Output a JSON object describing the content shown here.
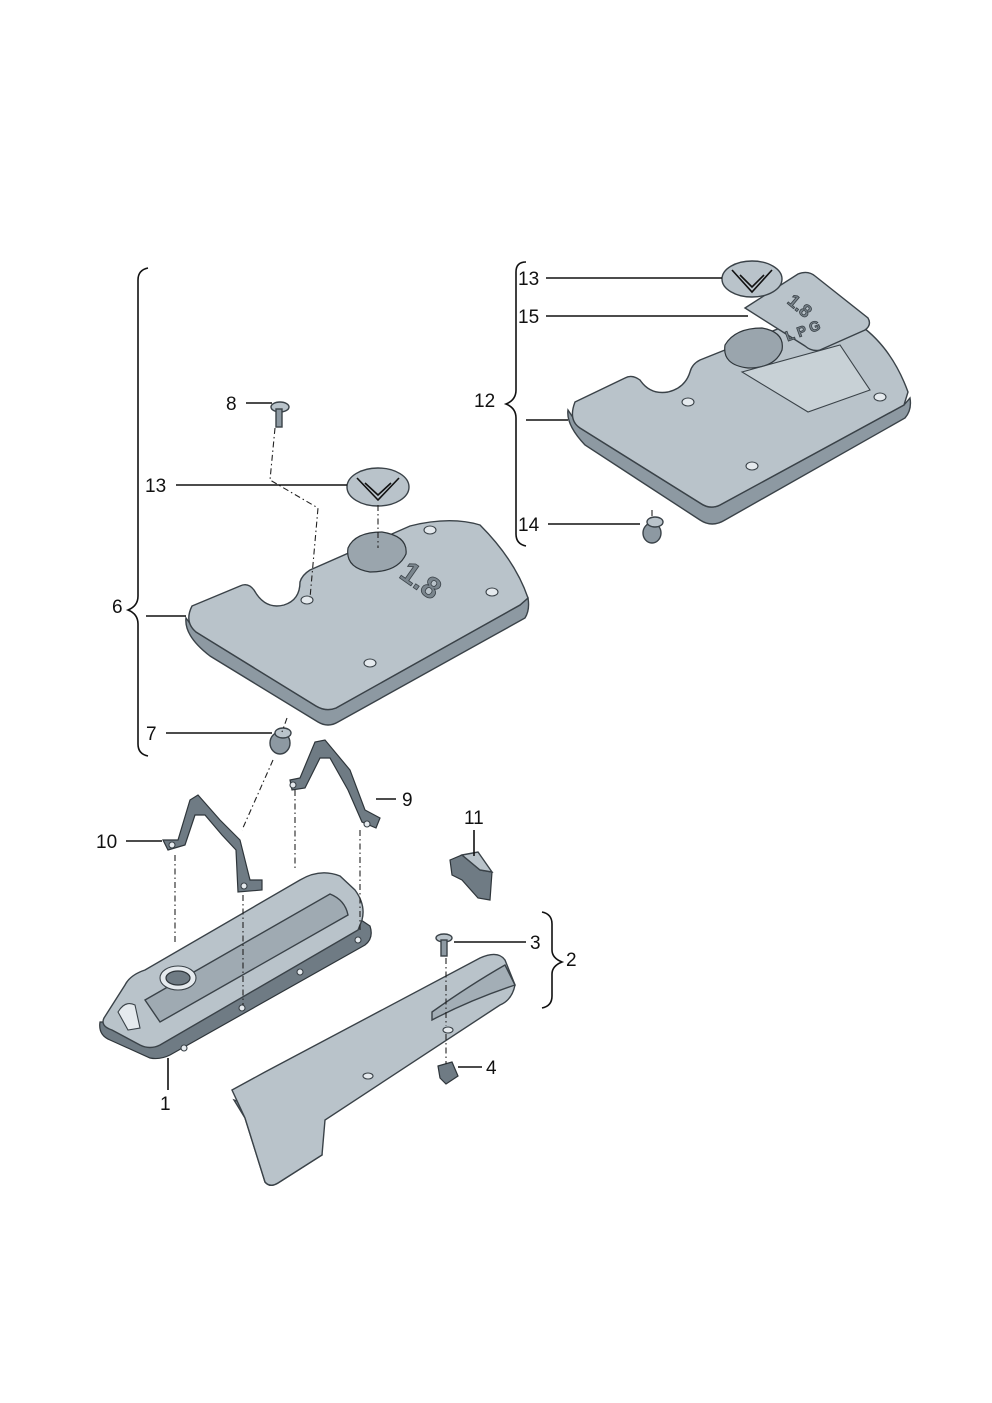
{
  "callouts": {
    "c1": "1",
    "c2": "2",
    "c3": "3",
    "c4": "4",
    "c6": "6",
    "c7": "7",
    "c8": "8",
    "c9": "9",
    "c10": "10",
    "c11": "11",
    "c12": "12",
    "c13a": "13",
    "c13b": "13",
    "c14": "14",
    "c15": "15"
  },
  "embossing": {
    "cover_main": "1.8",
    "badge_top": "1.8",
    "badge_bottom": "L P G"
  },
  "colors": {
    "part_fill": "#b9c3ca",
    "part_shade": "#8d99a2",
    "line": "#111111",
    "background": "#ffffff"
  }
}
